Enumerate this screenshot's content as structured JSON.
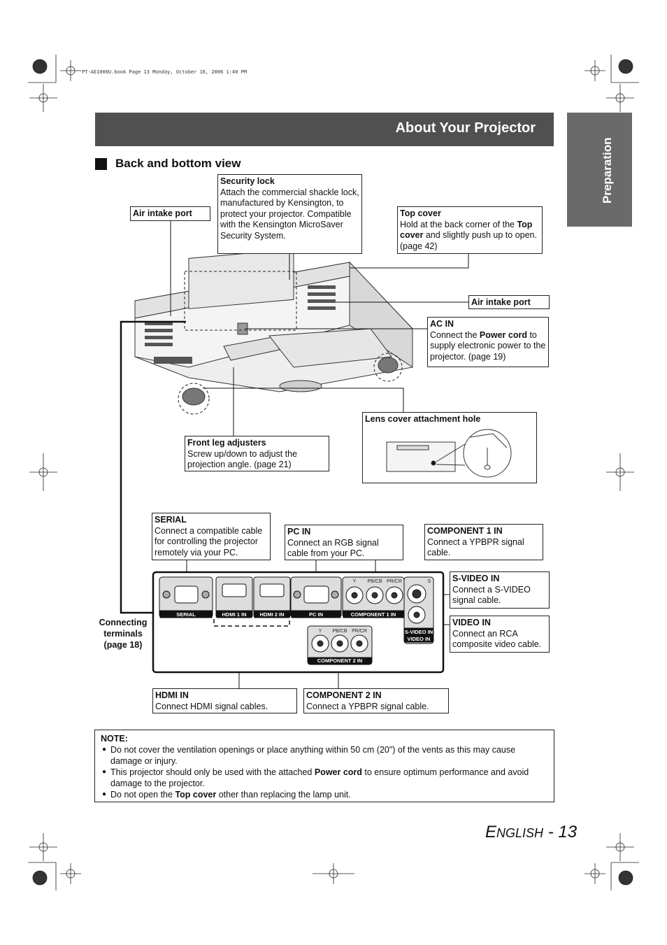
{
  "print_info": "PT-AE1000U.book  Page 13  Monday, October 16, 2006  1:40 PM",
  "header": {
    "title": "About Your Projector",
    "side_tab": "Preparation"
  },
  "section": {
    "title": "Back and bottom view"
  },
  "callouts": {
    "security_lock": {
      "title": "Security lock",
      "body": "Attach the commercial shackle lock, manufactured by Kensington, to protect your projector. Compatible with the Kensington MicroSaver Security System."
    },
    "air_intake_1": {
      "title": "Air intake port"
    },
    "top_cover": {
      "title": "Top cover",
      "body_1": "Hold at the back corner of the ",
      "bold_1": "Top cover",
      "body_2": " and slightly push up to open. (page 42)"
    },
    "air_intake_2": {
      "title": "Air intake port"
    },
    "ac_in": {
      "title": "AC IN",
      "body_1": "Connect the ",
      "bold_1": "Power cord",
      "body_2": " to supply electronic power to the projector. (page 19)"
    },
    "lens_cover": {
      "title": "Lens cover attachment hole"
    },
    "front_leg": {
      "title": "Front leg adjusters",
      "body": "Screw up/down to adjust the projection angle. (page 21)"
    },
    "serial": {
      "title": "SERIAL",
      "body": "Connect a compatible cable for controlling the projector remotely via your PC."
    },
    "pc_in": {
      "title": "PC IN",
      "body": "Connect an RGB signal cable from your PC."
    },
    "component1": {
      "title": "COMPONENT 1 IN",
      "body": "Connect a YPBPR signal cable."
    },
    "svideo": {
      "title": "S-VIDEO IN",
      "body": "Connect a S-VIDEO signal cable."
    },
    "video": {
      "title": "VIDEO IN",
      "body": "Connect an RCA composite video cable."
    },
    "hdmi": {
      "title": "HDMI IN",
      "body": "Connect HDMI signal cables."
    },
    "component2": {
      "title": "COMPONENT 2 IN",
      "body": "Connect a YPBPR signal cable."
    }
  },
  "connecting_terminals": "Connecting terminals (page 18)",
  "panel_labels": {
    "serial": "SERIAL",
    "hdmi1": "HDMI 1 IN",
    "hdmi2": "HDMI 2 IN",
    "pc": "PC IN",
    "component1": "COMPONENT 1 IN",
    "component2": "COMPONENT 2 IN",
    "svideo": "S-VIDEO IN",
    "video": "VIDEO IN",
    "y": "Y",
    "pb": "PB/CB",
    "pr": "PR/CR",
    "s": "S"
  },
  "note": {
    "heading": "NOTE:",
    "item1": "Do not cover the ventilation openings or place anything within 50 cm (20\") of the vents as this may cause damage or injury.",
    "item2_a": "This projector should only be used with the attached ",
    "item2_b": "Power cord",
    "item2_c": " to ensure optimum performance and avoid damage to the projector.",
    "item3_a": "Do not open the ",
    "item3_b": "Top cover",
    "item3_c": " other than replacing the lamp unit."
  },
  "page_number": {
    "e": "E",
    "nglish": "NGLISH",
    "suffix": " - 13"
  }
}
